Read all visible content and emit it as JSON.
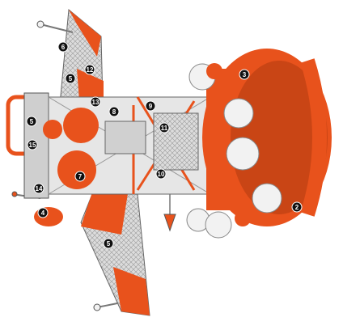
{
  "diagram": {
    "colors": {
      "accent": "#e8521c",
      "accent_dark": "#b83a10",
      "structure": "#8c8c8c",
      "structure_light": "#d9d9d9",
      "white_part": "#f2f2f2",
      "outline": "#555555",
      "marker_fill": "#111111",
      "marker_text": "#ffffff"
    },
    "callouts": [
      {
        "label": "6"
      },
      {
        "label": "5"
      },
      {
        "label": "12"
      },
      {
        "label": "13"
      },
      {
        "label": "8"
      },
      {
        "label": "9"
      },
      {
        "label": "11"
      },
      {
        "label": "5"
      },
      {
        "label": "15"
      },
      {
        "label": "7"
      },
      {
        "label": "10"
      },
      {
        "label": "14"
      },
      {
        "label": "4"
      },
      {
        "label": "5"
      },
      {
        "label": "3"
      },
      {
        "label": "2"
      }
    ]
  }
}
